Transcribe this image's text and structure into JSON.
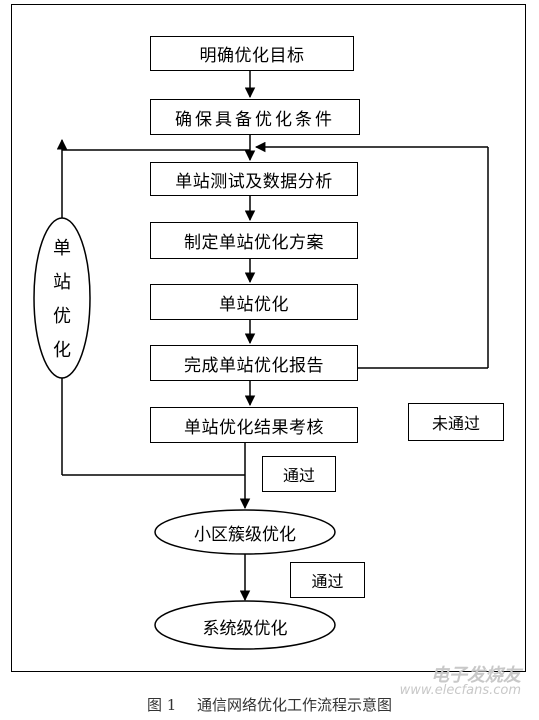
{
  "diagram": {
    "steps": {
      "s1": "明确优化目标",
      "s2": "确保具备优化条件",
      "s3": "单站测试及数据分析",
      "s4": "制定单站优化方案",
      "s5": "单站优化",
      "s6": "完成单站优化报告",
      "s7": "单站优化结果考核",
      "s8": "小区簇级优化",
      "s9": "系统级优化"
    },
    "loop_label_chars": [
      "单",
      "站",
      "优",
      "化"
    ],
    "edge_labels": {
      "not_passed": "未通过",
      "passed_1": "通过",
      "passed_2": "通过"
    }
  },
  "caption": {
    "figure_no": "图 1",
    "title": "通信网络优化工作流程示意图"
  },
  "watermark": {
    "line1": "电子发烧友",
    "line2": "www.elecfans.com"
  }
}
